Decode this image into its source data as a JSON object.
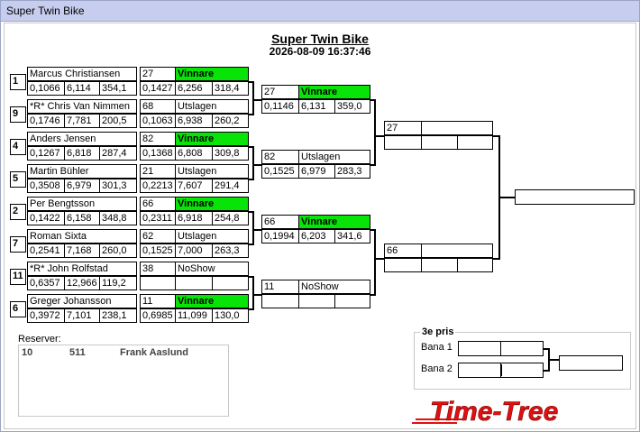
{
  "window": {
    "title": "Super Twin Bike"
  },
  "header": {
    "title": "Super Twin Bike",
    "datetime": "2026-08-09 16:37:46"
  },
  "round1": [
    {
      "seed": "1",
      "name": "Marcus Christiansen",
      "s1": "0,1066",
      "s2": "6,114",
      "s3": "354,1",
      "num": "27",
      "result": "Vinnare",
      "r1": "0,1427",
      "r2": "6,256",
      "r3": "318,4"
    },
    {
      "seed": "9",
      "name": "*R* Chris Van Nimmen",
      "s1": "0,1746",
      "s2": "7,781",
      "s3": "200,5",
      "num": "68",
      "result": "Utslagen",
      "r1": "0,1063",
      "r2": "6,938",
      "r3": "260,2"
    },
    {
      "seed": "4",
      "name": "Anders Jensen",
      "s1": "0,1267",
      "s2": "6,818",
      "s3": "287,4",
      "num": "82",
      "result": "Vinnare",
      "r1": "0,1368",
      "r2": "6,808",
      "r3": "309,8"
    },
    {
      "seed": "5",
      "name": "Martin Bühler",
      "s1": "0,3508",
      "s2": "6,979",
      "s3": "301,3",
      "num": "21",
      "result": "Utslagen",
      "r1": "0,2213",
      "r2": "7,607",
      "r3": "291,4"
    },
    {
      "seed": "2",
      "name": "Per Bengtsson",
      "s1": "0,1422",
      "s2": "6,158",
      "s3": "348,8",
      "num": "66",
      "result": "Vinnare",
      "r1": "0,2311",
      "r2": "6,918",
      "r3": "254,8"
    },
    {
      "seed": "7",
      "name": "Roman Sixta",
      "s1": "0,2541",
      "s2": "7,168",
      "s3": "260,0",
      "num": "62",
      "result": "Utslagen",
      "r1": "0,1525",
      "r2": "7,000",
      "r3": "263,3"
    },
    {
      "seed": "11",
      "name": "*R* John Rolfstad",
      "s1": "0,6357",
      "s2": "12,966",
      "s3": "119,2",
      "num": "38",
      "result": "NoShow",
      "r1": "",
      "r2": "",
      "r3": ""
    },
    {
      "seed": "6",
      "name": "Greger Johansson",
      "s1": "0,3972",
      "s2": "7,101",
      "s3": "238,1",
      "num": "11",
      "result": "Vinnare",
      "r1": "0,6985",
      "r2": "11,099",
      "r3": "130,0"
    }
  ],
  "round2": [
    {
      "num": "27",
      "result": "Vinnare",
      "r1": "0,1146",
      "r2": "6,131",
      "r3": "359,0",
      "winner": true
    },
    {
      "num": "82",
      "result": "Utslagen",
      "r1": "0,1525",
      "r2": "6,979",
      "r3": "283,3",
      "winner": false
    },
    {
      "num": "66",
      "result": "Vinnare",
      "r1": "0,1994",
      "r2": "6,203",
      "r3": "341,6",
      "winner": true
    },
    {
      "num": "11",
      "result": "NoShow",
      "r1": "",
      "r2": "",
      "r3": "",
      "winner": false
    }
  ],
  "semifinal": [
    {
      "num": "27"
    },
    {
      "num": "66"
    }
  ],
  "final": {
    "value": ""
  },
  "reserves": {
    "label": "Reserver:",
    "rows": [
      {
        "num": "10",
        "code": "511",
        "name": "Frank Aaslund"
      }
    ]
  },
  "third_prize": {
    "title": "3e pris",
    "lane1": "Bana 1",
    "lane2": "Bana 2"
  },
  "logo": {
    "text": "Time-Tree"
  },
  "colors": {
    "winner": "#08e408",
    "titlebar": "#c7cdee",
    "logo": "#e01010"
  }
}
